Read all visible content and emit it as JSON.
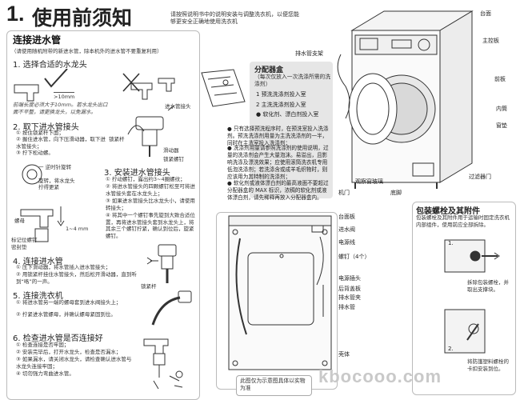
{
  "header": {
    "number": "1.",
    "title": "使用前须知",
    "intro": "请按照说明书中的说明安装与调整洗衣机，以便您能够更安全正确地使用洗衣机"
  },
  "left": {
    "section_title": "连接进水管",
    "section_note": "（请使用随机附带的新进水管，除本机外的进水管不要重复利用）",
    "step1": {
      "title": "1. 选择合适的水龙头",
      "measure": ">10mm",
      "note": "前端长度必须大于10mm。若水龙头出口面不平整，请更换龙头，以免漏水。"
    },
    "step2": {
      "title": "2. 取下进水管接头",
      "items": [
        "① 按住锁紧杆下面；",
        "② 握住进水管，向下压滑动器，取下进水管接头；",
        "③ 拧下松动螺。"
      ],
      "labels": {
        "lock_lever": "锁紧杆",
        "inlet_joint": "进水管接头",
        "slider": "滑动器",
        "lock_screw": "锁紧螺钉"
      }
    },
    "mount": {
      "labels": {
        "loosen": "一 逆时针旋转",
        "tighten": "旋转，将水龙头 拧得更紧",
        "gasket": "密封垫",
        "nut": "螺母",
        "pin": "标记位螺钉",
        "gap": "1~4 mm"
      }
    },
    "step3": {
      "title": "3. 安装进水管接头",
      "items": [
        "① 拧动螺钉，露出约3~4圈螺纹；",
        "② 将进水管接头的四颗螺钉松至可将进水管接头套在水龙头上；",
        "③ 如果进水管接头比水龙头小，请使用转接头；",
        "④ 将其中一个螺钉事先旋到大致合适位置，再将进水管接头套到水龙头上，将其余三个螺钉拧紧，确认到位后，旋紧螺钉。"
      ]
    },
    "step4": {
      "title": "4. 连接进水管",
      "items": [
        "① 压下滑动器，将水管插入进水管接头；",
        "② 用锁紧杆挂住水管接头，然后松开滑动器，直到听到“咯”的一声。"
      ],
      "label": "锁紧杆"
    },
    "step5": {
      "title": "5. 连接洗衣机",
      "items": [
        "① 将进水管另一端的螺母套到进水阀接头上；",
        "② 拧紧进水管螺母，并确认螺母紧固到位。"
      ]
    },
    "step6": {
      "title": "6. 检查进水管是否连接好",
      "items": [
        "① 检查连接是否牢固；",
        "② 安装完毕后，打开水龙头，检查是否漏水；",
        "③ 如果漏水，请关闭水龙头，请检查确认进水管与水龙头连接牢固；",
        "④ 切勿强力弯曲进水管。"
      ]
    }
  },
  "dispenser": {
    "title": "分配器盒",
    "subtitle": "（每次仅放入一次洗涤所需的洗涤剂）",
    "items": [
      "1 预洗洗涤剂投入室",
      "2 主洗洗涤剂投入室",
      "● 软化剂、漂白剂投入室"
    ],
    "bullets": [
      "只有选择预洗程序时，在预洗室投入洗涤剂。预洗洗涤剂用量为主洗洗涤剂的一半，同时在主洗室投入洗涤剂；",
      "洗涤剂用量请参照洗涤剂的使用说明，过量的洗涤剂会产生大量泡沫。易溢出，且影响洗涤及漂洗效果；应使用滚筒洗衣机专用低泡洗涤剂；若洗涤含或成羊毛织物时，则应该用为其特制的洗涤剂；",
      "软化剂或液体漂白剂的最高液面不要超过分配器盒的 MAX 标识，浓稠的软化剂或液体漂白剂，请先稀释再放入分配器盒内。"
    ]
  },
  "machine_front": {
    "labels": {
      "top_panel": "台面",
      "control_panel": "主控板",
      "inlet_bracket": "排水管支架",
      "front_panel": "前板",
      "inner_drum": "内筒",
      "door_seal": "窗垫",
      "filter_door": "过滤器门",
      "observation_window": "观察窗玻璃",
      "base": "底脚",
      "door": "机门"
    }
  },
  "machine_back": {
    "labels": {
      "top": "台面板",
      "inlet_valve": "进水阀",
      "power_cord": "电源线",
      "bolts": "螺钉（4个）",
      "power_plug": "电源插头",
      "back_cover": "后背盖板",
      "drain_clip": "排水管夹",
      "drain_hose": "排水管",
      "shell": "壳体"
    },
    "note": "此图仅为示意图具体以实物为准"
  },
  "packaging": {
    "title": "包装螺栓及其附件",
    "desc": "包装螺栓及其附件用于运输时固定洗衣机内部组件，使用前应全部拆除。",
    "step1": "拆除包装螺栓，并取出支撑块。",
    "step2": "将防護塑料螺栓的卡扣安装到位。",
    "num1": "1.",
    "num2": "2."
  },
  "watermark": "kbocooo.com"
}
